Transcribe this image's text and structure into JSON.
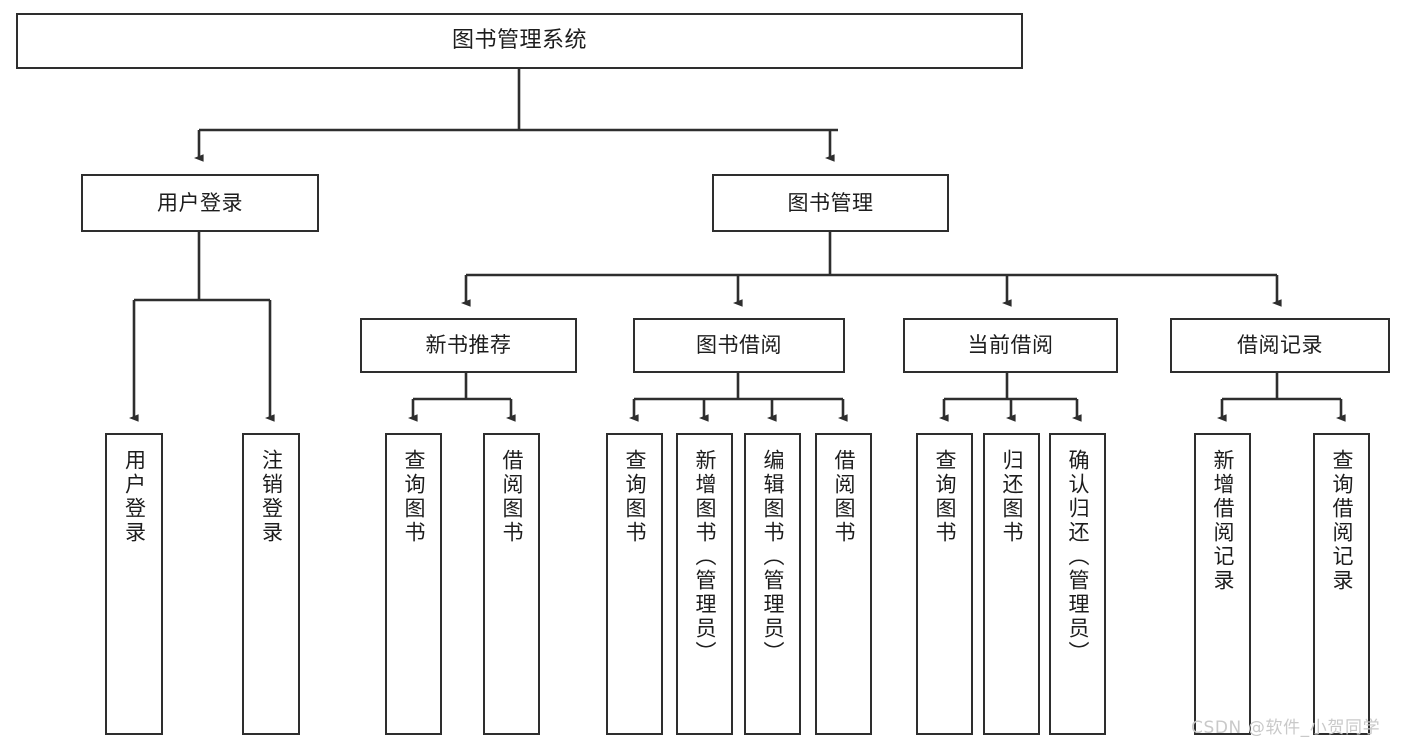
{
  "diagram": {
    "title": "图书管理系统",
    "type": "tree",
    "background_color": "#ffffff",
    "node_border_color": "#2e2e2e",
    "node_fill_color": "#ffffff",
    "text_color": "#1d1d1d",
    "edge_color": "#2e2e2e"
  },
  "nodes": {
    "root": {
      "label": "图书管理系统",
      "orientation": "horizontal",
      "level": 1
    },
    "l2": [
      {
        "id": "user-login",
        "label": "用户登录",
        "orientation": "horizontal",
        "level": 2
      },
      {
        "id": "book-manage",
        "label": "图书管理",
        "orientation": "horizontal",
        "level": 2
      }
    ],
    "l3": [
      {
        "id": "new-book-rec",
        "label": "新书推荐",
        "orientation": "horizontal",
        "level": 3
      },
      {
        "id": "book-borrow",
        "label": "图书借阅",
        "orientation": "horizontal",
        "level": 3
      },
      {
        "id": "current-borrow",
        "label": "当前借阅",
        "orientation": "horizontal",
        "level": 3
      },
      {
        "id": "borrow-record",
        "label": "借阅记录",
        "orientation": "horizontal",
        "level": 3
      }
    ],
    "leaves": [
      {
        "id": "leaf-user-login",
        "label": "用户登录",
        "parent": "user-login",
        "orientation": "vertical"
      },
      {
        "id": "leaf-logout",
        "label": "注销登录",
        "parent": "user-login",
        "orientation": "vertical"
      },
      {
        "id": "leaf-query-book-1",
        "label": "查询图书",
        "parent": "new-book-rec",
        "orientation": "vertical"
      },
      {
        "id": "leaf-borrow-book-1",
        "label": "借阅图书",
        "parent": "new-book-rec",
        "orientation": "vertical"
      },
      {
        "id": "leaf-query-book-2",
        "label": "查询图书",
        "parent": "book-borrow",
        "orientation": "vertical"
      },
      {
        "id": "leaf-add-book",
        "label": "新增图书（管理员）",
        "parent": "book-borrow",
        "orientation": "vertical"
      },
      {
        "id": "leaf-edit-book",
        "label": "编辑图书（管理员）",
        "parent": "book-borrow",
        "orientation": "vertical"
      },
      {
        "id": "leaf-borrow-book-2",
        "label": "借阅图书",
        "parent": "book-borrow",
        "orientation": "vertical"
      },
      {
        "id": "leaf-query-book-3",
        "label": "查询图书",
        "parent": "current-borrow",
        "orientation": "vertical"
      },
      {
        "id": "leaf-return-book",
        "label": "归还图书",
        "parent": "current-borrow",
        "orientation": "vertical"
      },
      {
        "id": "leaf-confirm-return",
        "label": "确认归还（管理员）",
        "parent": "current-borrow",
        "orientation": "vertical"
      },
      {
        "id": "leaf-add-record",
        "label": "新增借阅记录",
        "parent": "borrow-record",
        "orientation": "vertical"
      },
      {
        "id": "leaf-query-record",
        "label": "查询借阅记录",
        "parent": "borrow-record",
        "orientation": "vertical"
      }
    ]
  },
  "watermark": {
    "text": "CSDN @软件_小贺同学",
    "color": "#c9c9c9"
  }
}
